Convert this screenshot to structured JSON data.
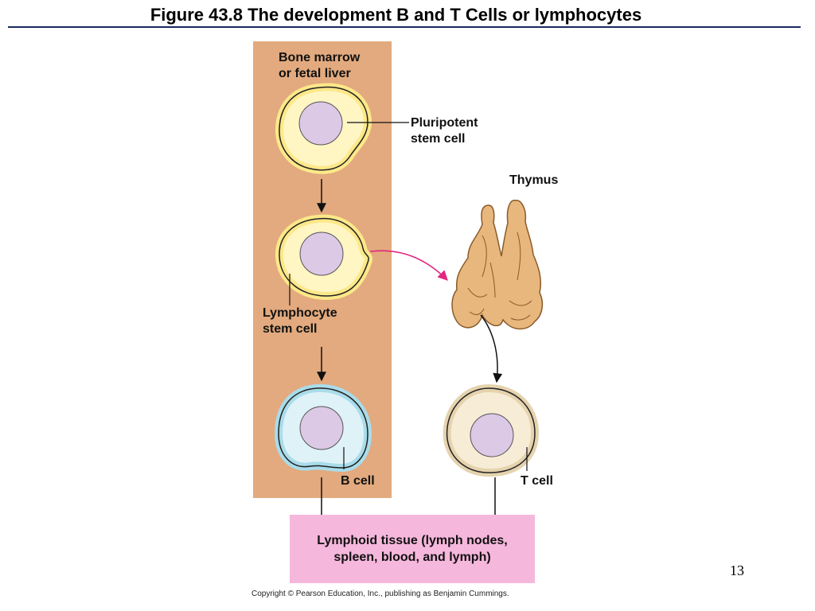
{
  "slide": {
    "title": "Figure 43.8  The development B and T Cells or lymphocytes",
    "page_number": "13",
    "copyright": "Copyright © Pearson Education, Inc., publishing as Benjamin Cummings."
  },
  "diagram": {
    "marrow_label": {
      "line1": "Bone marrow",
      "line2": "or fetal liver"
    },
    "thymus_label": "Thymus",
    "nodes": {
      "pluripotent_stem_cell": {
        "line1": "Pluripotent",
        "line2": "stem cell"
      },
      "lymphocyte_stem_cell": {
        "line1": "Lymphocyte",
        "line2": "stem cell"
      },
      "b_cell": "B cell",
      "t_cell": "T cell",
      "lymphoid_tissue": {
        "line1": "Lymphoid tissue (lymph nodes,",
        "line2": "spleen, blood, and lymph)"
      }
    },
    "colors": {
      "marrow_panel": "#e2aa7e",
      "stem_cell_fill": "#fff6c4",
      "stem_cell_rim": "#fde889",
      "b_cell_fill": "#dff2f7",
      "b_cell_rim": "#a9dcea",
      "t_cell_fill": "#f7ecd5",
      "t_cell_rim": "#e5d3ae",
      "nucleus": "#dcc9e6",
      "thymus": "#e7b77d",
      "thymus_outline": "#8a5a2a",
      "tissue_box": "#f6b7dc",
      "pink_arrow": "#e2277f"
    }
  }
}
